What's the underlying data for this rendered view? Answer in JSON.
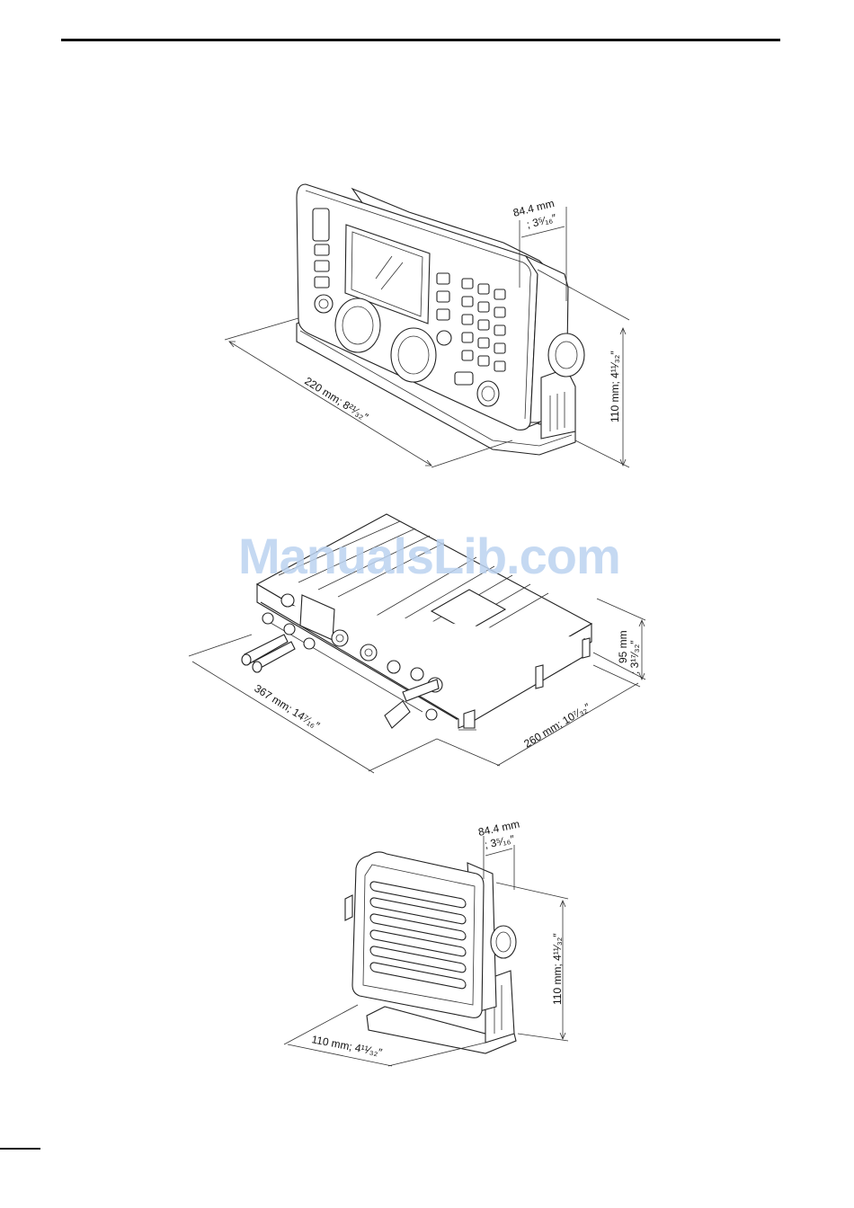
{
  "page": {
    "watermark": "ManualsLib.com"
  },
  "figures": {
    "controller": {
      "depth": {
        "mm": "84.4 mm",
        "inch": "; 3⁵⁄₁₆″"
      },
      "height": "110 mm; 4¹¹⁄₃₂″",
      "width": "220 mm; 8²¹⁄₃₂″"
    },
    "transceiver": {
      "height": {
        "mm": "95 mm",
        "inch": "; 3¹⁷⁄₃₂″"
      },
      "width": "367 mm; 14⁷⁄₁₆″",
      "depth": "260 mm; 10⁷⁄₃₂″"
    },
    "speaker": {
      "depth": {
        "mm": "84.4 mm",
        "inch": "; 3⁵⁄₁₆″"
      },
      "height": "110 mm; 4¹¹⁄₃₂″",
      "width": "110 mm; 4¹¹⁄₃₂″"
    }
  }
}
